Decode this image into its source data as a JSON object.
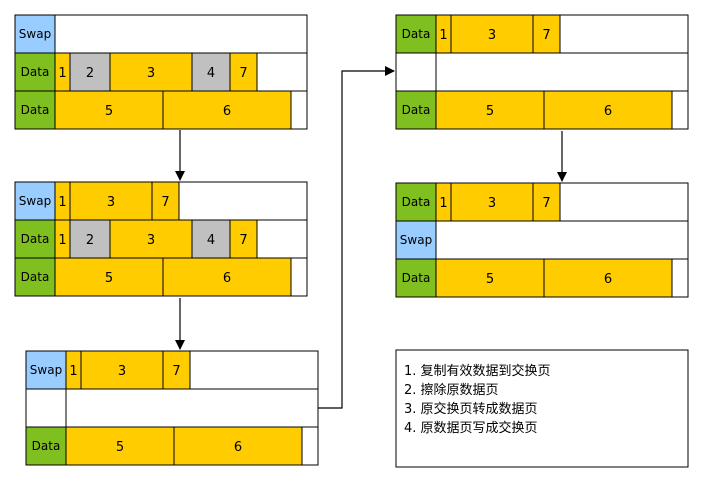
{
  "colors": {
    "swap": "#99ccff",
    "data": "#7fbf1f",
    "valid": "#ffcc00",
    "invalid": "#c0c0c0",
    "empty": "#ffffff",
    "stroke": "#000000"
  },
  "blocks": [
    {
      "id": "stage-1",
      "rows": [
        {
          "label": "Swap",
          "kind": "swap",
          "cells": []
        },
        {
          "label": "Data",
          "kind": "data",
          "cells": [
            {
              "text": "1",
              "state": "valid"
            },
            {
              "text": "2",
              "state": "invalid"
            },
            {
              "text": "3",
              "state": "valid"
            },
            {
              "text": "4",
              "state": "invalid"
            },
            {
              "text": "7",
              "state": "valid"
            }
          ]
        },
        {
          "label": "Data",
          "kind": "data",
          "cells": [
            {
              "text": "5",
              "state": "valid"
            },
            {
              "text": "6",
              "state": "valid"
            }
          ]
        }
      ]
    },
    {
      "id": "stage-2",
      "rows": [
        {
          "label": "Swap",
          "kind": "swap",
          "cells": [
            {
              "text": "1",
              "state": "valid"
            },
            {
              "text": "3",
              "state": "valid"
            },
            {
              "text": "7",
              "state": "valid"
            }
          ]
        },
        {
          "label": "Data",
          "kind": "data",
          "cells": [
            {
              "text": "1",
              "state": "valid"
            },
            {
              "text": "2",
              "state": "invalid"
            },
            {
              "text": "3",
              "state": "valid"
            },
            {
              "text": "4",
              "state": "invalid"
            },
            {
              "text": "7",
              "state": "valid"
            }
          ]
        },
        {
          "label": "Data",
          "kind": "data",
          "cells": [
            {
              "text": "5",
              "state": "valid"
            },
            {
              "text": "6",
              "state": "valid"
            }
          ]
        }
      ]
    },
    {
      "id": "stage-3",
      "rows": [
        {
          "label": "Swap",
          "kind": "swap",
          "cells": [
            {
              "text": "1",
              "state": "valid"
            },
            {
              "text": "3",
              "state": "valid"
            },
            {
              "text": "7",
              "state": "valid"
            }
          ]
        },
        {
          "label": "",
          "kind": "empty",
          "cells": []
        },
        {
          "label": "Data",
          "kind": "data",
          "cells": [
            {
              "text": "5",
              "state": "valid"
            },
            {
              "text": "6",
              "state": "valid"
            }
          ]
        }
      ]
    },
    {
      "id": "stage-4",
      "rows": [
        {
          "label": "Data",
          "kind": "data",
          "cells": [
            {
              "text": "1",
              "state": "valid"
            },
            {
              "text": "3",
              "state": "valid"
            },
            {
              "text": "7",
              "state": "valid"
            }
          ]
        },
        {
          "label": "",
          "kind": "empty",
          "cells": []
        },
        {
          "label": "Data",
          "kind": "data",
          "cells": [
            {
              "text": "5",
              "state": "valid"
            },
            {
              "text": "6",
              "state": "valid"
            }
          ]
        }
      ]
    },
    {
      "id": "stage-5",
      "rows": [
        {
          "label": "Data",
          "kind": "data",
          "cells": [
            {
              "text": "1",
              "state": "valid"
            },
            {
              "text": "3",
              "state": "valid"
            },
            {
              "text": "7",
              "state": "valid"
            }
          ]
        },
        {
          "label": "Swap",
          "kind": "swap",
          "cells": []
        },
        {
          "label": "Data",
          "kind": "data",
          "cells": [
            {
              "text": "5",
              "state": "valid"
            },
            {
              "text": "6",
              "state": "valid"
            }
          ]
        }
      ]
    }
  ],
  "legend": {
    "lines": [
      "1. 复制有效数据到交换页",
      "2. 擦除原数据页",
      "3. 原交换页转成数据页",
      "4. 原数据页写成交换页"
    ]
  }
}
